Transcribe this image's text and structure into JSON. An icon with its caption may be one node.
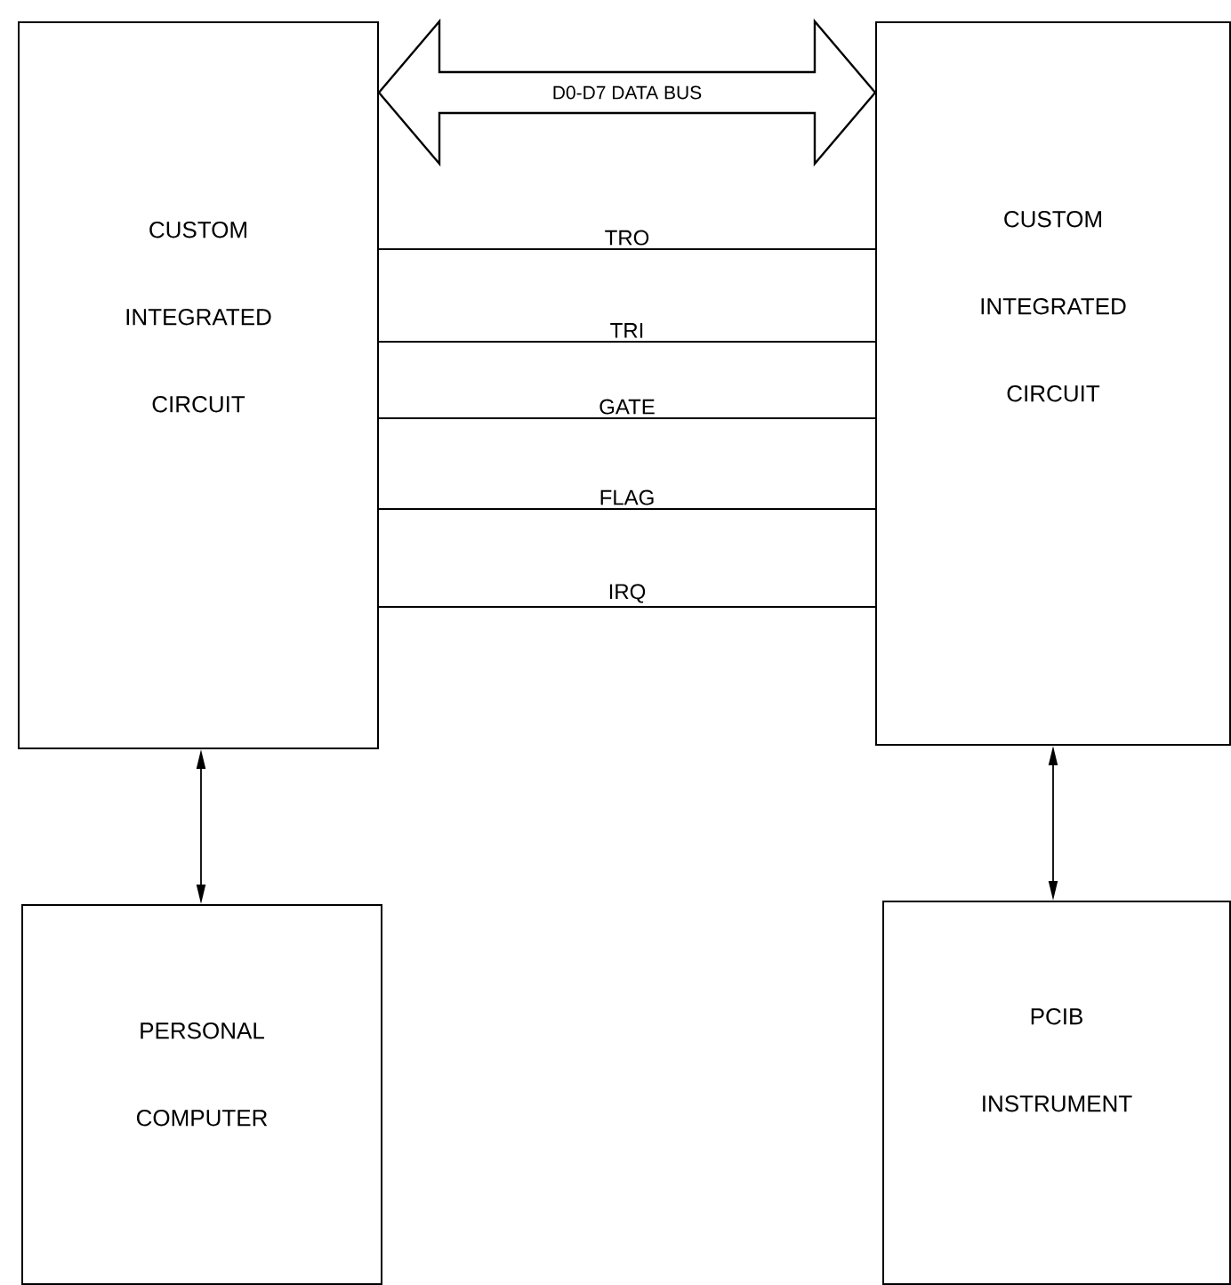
{
  "diagram": {
    "nodes": [
      {
        "text": [
          "CUSTOM INTEGRATED CIRCUIT"
        ]
      },
      {
        "text": [
          "CUSTOM INTEGRATED CIRCUIT"
        ]
      },
      {
        "text": [
          "PERSONAL COMPUTER"
        ]
      },
      {
        "text": [
          "PCIB INSTRUMENT"
        ]
      }
    ],
    "edges": [
      {
        "from": 0,
        "to": 1,
        "arrow": "both",
        "label": "D0-D7 DATA BUS",
        "style": "thick"
      },
      {
        "from": 0,
        "to": 1,
        "arrow": "none",
        "label": "TRO"
      },
      {
        "from": 0,
        "to": 1,
        "arrow": "none",
        "label": "TRI"
      },
      {
        "from": 0,
        "to": 1,
        "arrow": "none",
        "label": "GATE"
      },
      {
        "from": 0,
        "to": 1,
        "arrow": "none",
        "label": "FLAG"
      },
      {
        "from": 0,
        "to": 1,
        "arrow": "none",
        "label": "IRQ"
      },
      {
        "from": 0,
        "to": 2,
        "arrow": "both"
      },
      {
        "from": 1,
        "to": 3,
        "arrow": "both"
      }
    ]
  }
}
